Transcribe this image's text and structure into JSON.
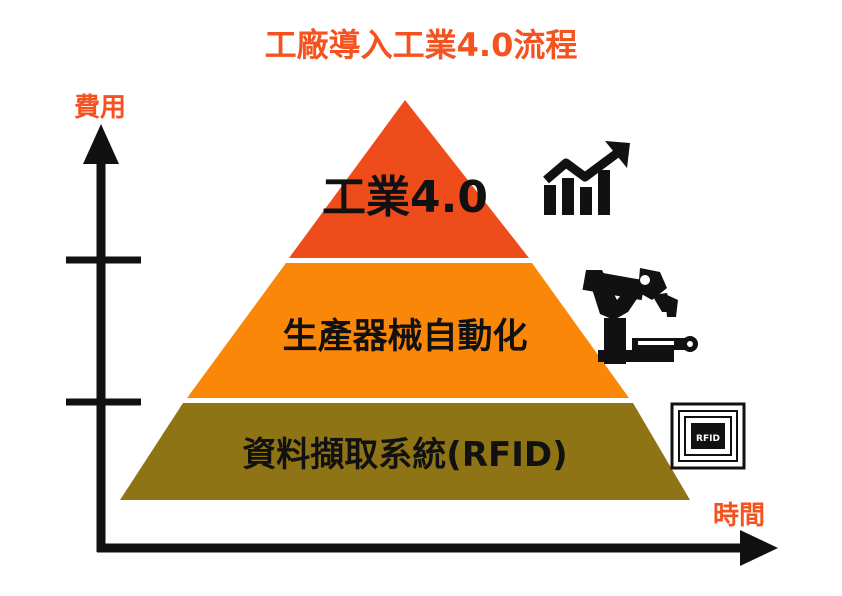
{
  "title": "工廠導入工業4.0流程",
  "axes": {
    "y_label": "費用",
    "x_label": "時間"
  },
  "tiers": [
    {
      "label": "工業4.0",
      "color": "#ef4c1c",
      "icon": "growth-chart-icon"
    },
    {
      "label": "生產器械自動化",
      "color": "#fb8708",
      "icon": "robot-arm-icon"
    },
    {
      "label": "資料擷取系統(RFID)",
      "color": "#8f7415",
      "icon": "rfid-tag-icon"
    }
  ],
  "rfid_icon_text": "RFID",
  "colors": {
    "title": "#f4521e",
    "axis": "#111111"
  }
}
